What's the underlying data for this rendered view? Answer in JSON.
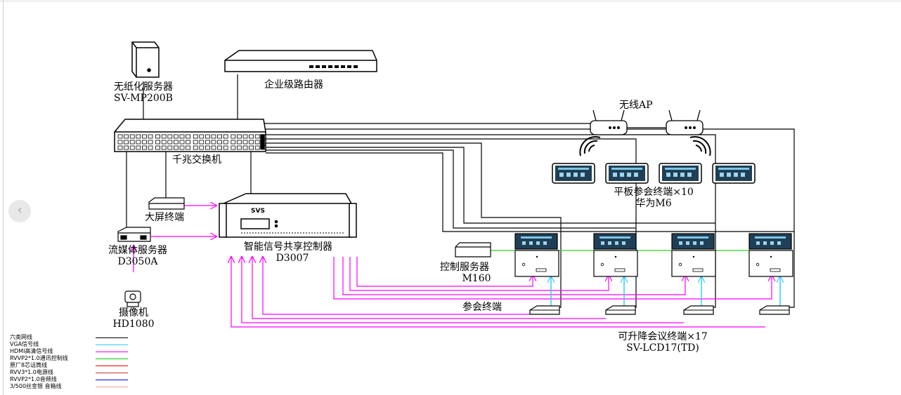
{
  "labels": {
    "paperless_server": "无纸化服务器",
    "paperless_model": "SV-MP200B",
    "router": "企业级路由器",
    "switch": "千兆交换机",
    "wireless_ap": "无线AP",
    "tablet_terminal": "平板参会终端×10",
    "tablet_model": "华为M6",
    "big_screen": "大屏终端",
    "streaming_server": "流媒体服务器",
    "streaming_model": "D3050A",
    "controller": "智能信号共享控制器",
    "controller_model": "D3007",
    "control_server": "控制服务器",
    "control_server_model": "M160",
    "participant_terminal": "参会终端",
    "lift_terminal": "可升降会议终端×17",
    "lift_terminal_model": "SV-LCD17(TD)",
    "camera": "摄像机",
    "camera_model": "HD1080",
    "device_brand": "SVS"
  },
  "legend": [
    {
      "label": "六类网线",
      "color": "#000000"
    },
    {
      "label": "VGA信号线",
      "color": "#33ccff"
    },
    {
      "label": "HDMI高清信号线",
      "color": "#ff00ff"
    },
    {
      "label": "RVVP2*1.0通讯控制线",
      "color": "#00cc00"
    },
    {
      "label": "原厂8芯话筒线",
      "color": "#ff0000"
    },
    {
      "label": "RVV3*1.0电源线",
      "color": "#cc3333"
    },
    {
      "label": "RVVP2*1.0音频线",
      "color": "#0000ff"
    },
    {
      "label": "3/500丝金银 音箱线",
      "color": "#ff9999"
    }
  ],
  "colors": {
    "network": "#000000",
    "vga": "#33ccff",
    "hdmi": "#ff00ff",
    "control": "#33cc33"
  },
  "nav": {
    "prev_icon": "chevron-left-icon"
  }
}
